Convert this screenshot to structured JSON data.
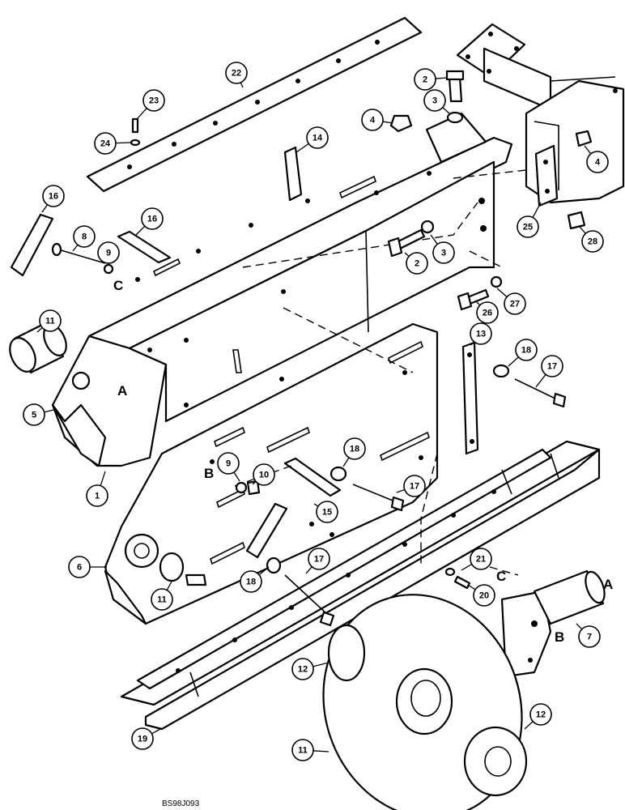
{
  "figure_id": "BS98J093",
  "callouts": [
    "1",
    "2",
    "3",
    "4",
    "5",
    "6",
    "7",
    "8",
    "9",
    "10",
    "11",
    "12",
    "13",
    "14",
    "15",
    "16",
    "17",
    "18",
    "19",
    "20",
    "21",
    "22",
    "23",
    "24",
    "25",
    "26",
    "27",
    "28"
  ],
  "letters": {
    "a": "A",
    "b": "B",
    "c": "C"
  }
}
